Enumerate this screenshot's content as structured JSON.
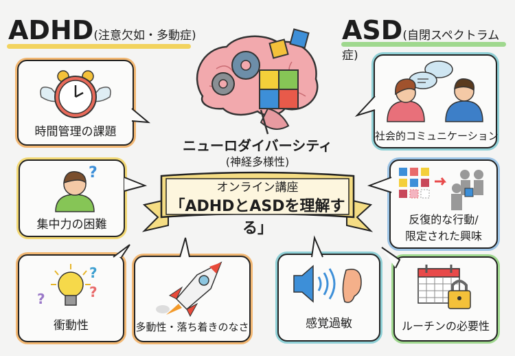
{
  "adhd": {
    "title": "ADHD",
    "subtitle": "(注意欠如・多動症)",
    "underline_color": "#f2d35e",
    "cards": [
      {
        "label": "時間管理の課題",
        "icon": "flying-alarm-clock-icon"
      },
      {
        "label": "集中力の困難",
        "icon": "confused-person-icon"
      },
      {
        "label": "衝動性",
        "icon": "lightbulb-questions-icon"
      },
      {
        "label": "多動性・落ち着きのなさ",
        "icon": "rocket-icon"
      }
    ]
  },
  "asd": {
    "title": "ASD",
    "subtitle": "(自閉スペクトラム症)",
    "underline_color": "#9fd88e",
    "cards": [
      {
        "label": "社会的コミュニケーション",
        "icon": "conversation-people-icon"
      },
      {
        "label_line1": "反復的な行動/",
        "label_line2": "限定された興味",
        "icon": "pattern-blocks-people-icon"
      },
      {
        "label": "感覚過敏",
        "icon": "speaker-ear-icon"
      },
      {
        "label": "ルーチンの必要性",
        "icon": "calendar-lock-icon"
      }
    ]
  },
  "center": {
    "title": "ニューロダイバーシティ",
    "subtitle": "(神経多様性)",
    "icon": "brain-gears-puzzle-icon"
  },
  "banner": {
    "line1": "オンライン講座",
    "line2": "「ADHDとASDを理解する」",
    "color": "#f5dd84"
  },
  "colors": {
    "background": "#f4f4f3",
    "orange": "#f2b772",
    "yellow": "#f2d873",
    "teal": "#8fd0d6",
    "blue": "#9cc4e6",
    "green": "#9fd88e"
  }
}
